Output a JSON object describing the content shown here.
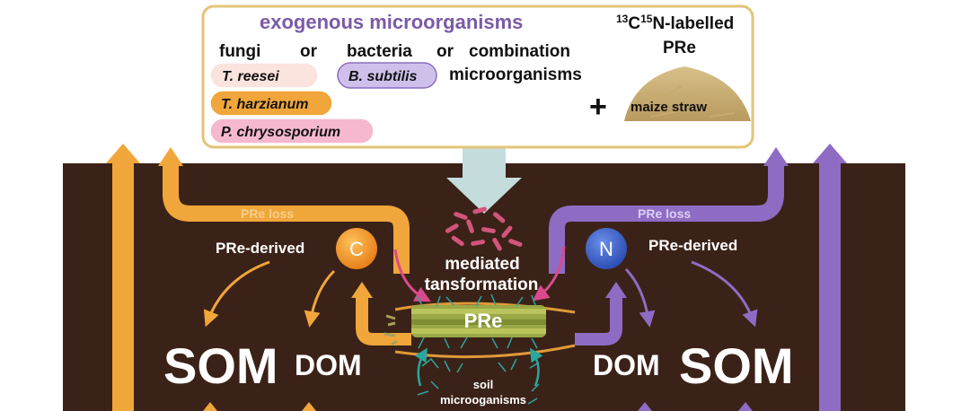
{
  "panel": {
    "title": "exogenous microorganisms",
    "fungi_label": "fungi",
    "or_1": "or",
    "bacteria_label": "bacteria",
    "or_2": "or",
    "combination_line1": "combination",
    "combination_line2": "microorganisms",
    "species": [
      "T. reesei",
      "T. harzianum",
      "P. chrysosporium",
      "B. subtilis"
    ],
    "label_sup1": "13",
    "label_c": "C",
    "label_sup2": "15",
    "label_rest": "N-labelled",
    "label_line2": "PRe",
    "plus": "+",
    "straw_label": "maize straw"
  },
  "soil": {
    "left_loss": "PRe loss",
    "right_loss": "PRe loss",
    "left_derived": "PRe-derived",
    "right_derived": "PRe-derived",
    "carbon": "C",
    "nitrogen": "N",
    "mediated_line1": "mediated",
    "mediated_line2": "tansformation",
    "pre_center": "PRe",
    "left_som": "SOM",
    "left_dom": "DOM",
    "right_dom": "DOM",
    "right_som": "SOM",
    "soil_micro_line1": "soil",
    "soil_micro_line2": "microoganisms"
  },
  "colors": {
    "soil": "#3b2218",
    "carbon_orange": "#f0a63a",
    "nitrogen_purple": "#8e6cc4",
    "panel_border": "#e3c478",
    "title_purple": "#7b5aa6",
    "center_arrow": "#c4dcdc",
    "magenta": "#d94a8c"
  }
}
